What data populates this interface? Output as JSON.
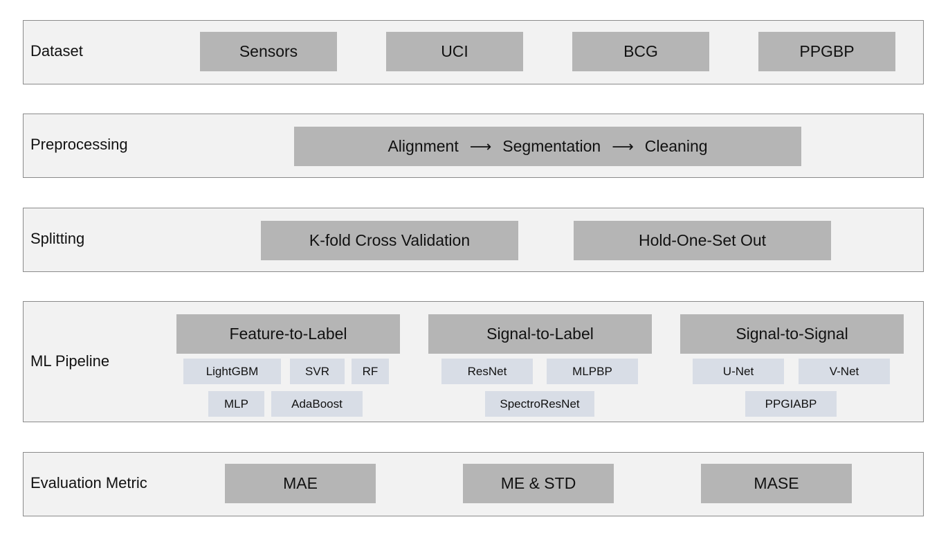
{
  "rows": {
    "dataset": {
      "label": "Dataset",
      "items": [
        "Sensors",
        "UCI",
        "BCG",
        "PPGBP"
      ]
    },
    "preprocessing": {
      "label": "Preprocessing",
      "steps": [
        "Alignment",
        "Segmentation",
        "Cleaning"
      ],
      "arrow": "⟶"
    },
    "splitting": {
      "label": "Splitting",
      "items": [
        "K-fold Cross Validation",
        "Hold-One-Set Out"
      ]
    },
    "ml_pipeline": {
      "label": "ML Pipeline",
      "groups": [
        {
          "title": "Feature-to-Label",
          "models": [
            "LightGBM",
            "SVR",
            "RF",
            "MLP",
            "AdaBoost"
          ]
        },
        {
          "title": "Signal-to-Label",
          "models": [
            "ResNet",
            "MLPBP",
            "SpectroResNet"
          ]
        },
        {
          "title": "Signal-to-Signal",
          "models": [
            "U-Net",
            "V-Net",
            "PPGIABP"
          ]
        }
      ]
    },
    "evaluation": {
      "label": "Evaluation Metric",
      "items": [
        "MAE",
        "ME & STD",
        "MASE"
      ]
    }
  },
  "colors": {
    "panel": "#f2f2f2",
    "panel_border": "#8a8a8a",
    "box": "#b5b5b5",
    "sub_box": "#d8dde6"
  }
}
